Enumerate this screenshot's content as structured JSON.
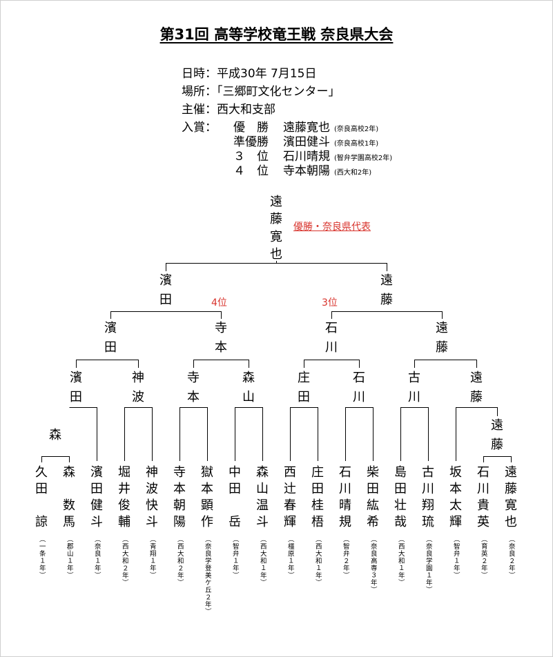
{
  "title": "第31回 高等学校竜王戦  奈良県大会",
  "info": {
    "date": "日時：平成30年 7月15日",
    "place": "場所：「三郷町文化センター」",
    "host": "主催：西大和支部",
    "awards_label": "入賞："
  },
  "awards": [
    {
      "rank": "優　勝",
      "name": "遠藤寛也",
      "school": "(奈良高校2年)"
    },
    {
      "rank": "準優勝",
      "name": "濱田健斗",
      "school": "(奈良高校1年)"
    },
    {
      "rank": "３　位",
      "name": "石川晴規",
      "school": "(智弁学園高校2年)"
    },
    {
      "rank": "４　位",
      "name": "寺本朝陽",
      "school": "(西大和2年)"
    }
  ],
  "bracket": {
    "champion": "遠藤寛也",
    "champion_note": "優勝・奈良県代表",
    "final": [
      "濱田",
      "遠藤"
    ],
    "rank4_label": "4位",
    "rank3_label": "3位",
    "semis": [
      "濱田",
      "寺本",
      "石川",
      "遠藤"
    ],
    "quarters": [
      "濱田",
      "神波",
      "寺本",
      "森山",
      "庄田",
      "石川",
      "古川",
      "遠藤"
    ],
    "prelims": [
      "森",
      "遠藤"
    ],
    "players": [
      {
        "name": "久田　諒",
        "aff": "（一条１年）"
      },
      {
        "name": "森　数馬",
        "aff": "（郡山１年）"
      },
      {
        "name": "濱田健斗",
        "aff": "（奈良１年）"
      },
      {
        "name": "堀井俊輔",
        "aff": "（西大和２年）"
      },
      {
        "name": "神波快斗",
        "aff": "（青翔１年）"
      },
      {
        "name": "寺本朝陽",
        "aff": "（西大和２年）"
      },
      {
        "name": "獄本顕作",
        "aff": "（奈良学登美ケ丘２年）"
      },
      {
        "name": "中田　岳",
        "aff": "（智弁１年）"
      },
      {
        "name": "森山温斗",
        "aff": "（西大和１年）"
      },
      {
        "name": "西辻春輝",
        "aff": "（橿原１年）"
      },
      {
        "name": "庄田桂梧",
        "aff": "（西大和１年）"
      },
      {
        "name": "石川晴規",
        "aff": "（智弁２年）"
      },
      {
        "name": "柴田紘希",
        "aff": "（奈良高専３年）"
      },
      {
        "name": "島田壮哉",
        "aff": "（西大和１年）"
      },
      {
        "name": "古川翔琉",
        "aff": "（奈良学園１年）"
      },
      {
        "name": "坂本太輝",
        "aff": "（智弁１年）"
      },
      {
        "name": "石川貴英",
        "aff": "（育英２年）"
      },
      {
        "name": "遠藤寛也",
        "aff": "（奈良２年）"
      }
    ]
  }
}
